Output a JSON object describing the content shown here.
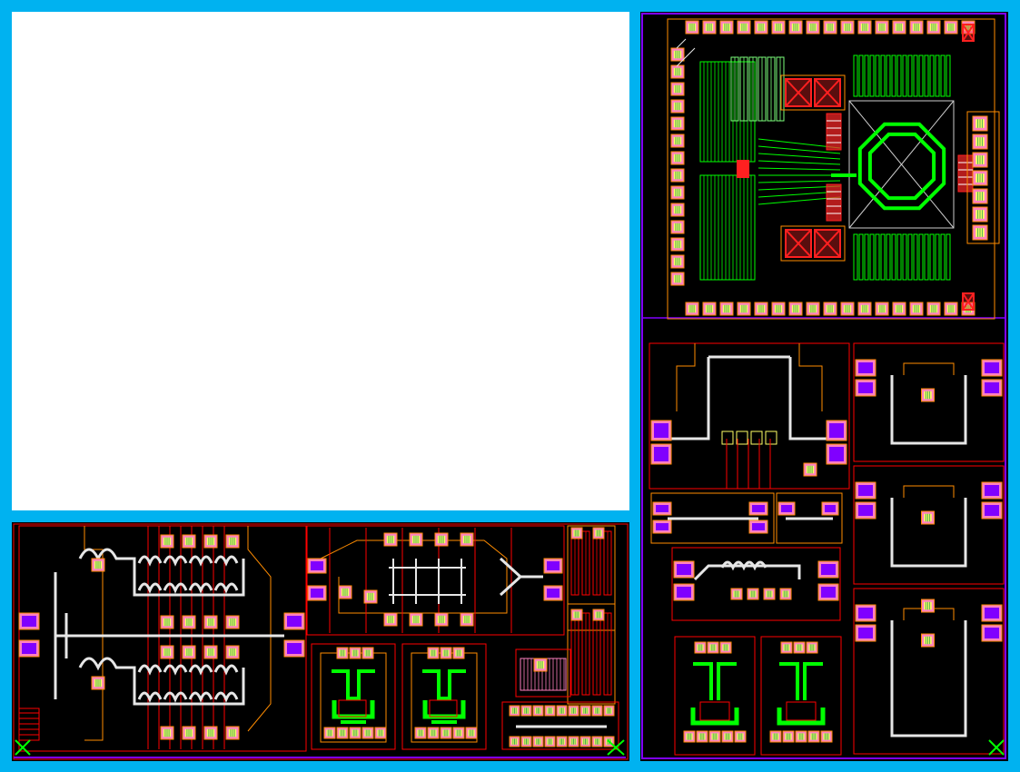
{
  "colors": {
    "frame": "#00b2f0",
    "background": "#000000",
    "boundary": "#ff0000",
    "outline": "#ff8c00",
    "metal_green": "#00ff00",
    "metal_white": "#e6e6e6",
    "pad_pink": "#ff80c0",
    "via_yellow": "#ffff66",
    "purple": "#8000ff",
    "blue": "#3a5fff",
    "warning_red": "#ff2020"
  },
  "panels": [
    {
      "id": "blank",
      "content": "empty"
    },
    {
      "id": "bottom",
      "content": "chip-layout"
    },
    {
      "id": "right",
      "content": "chip-layout"
    }
  ]
}
